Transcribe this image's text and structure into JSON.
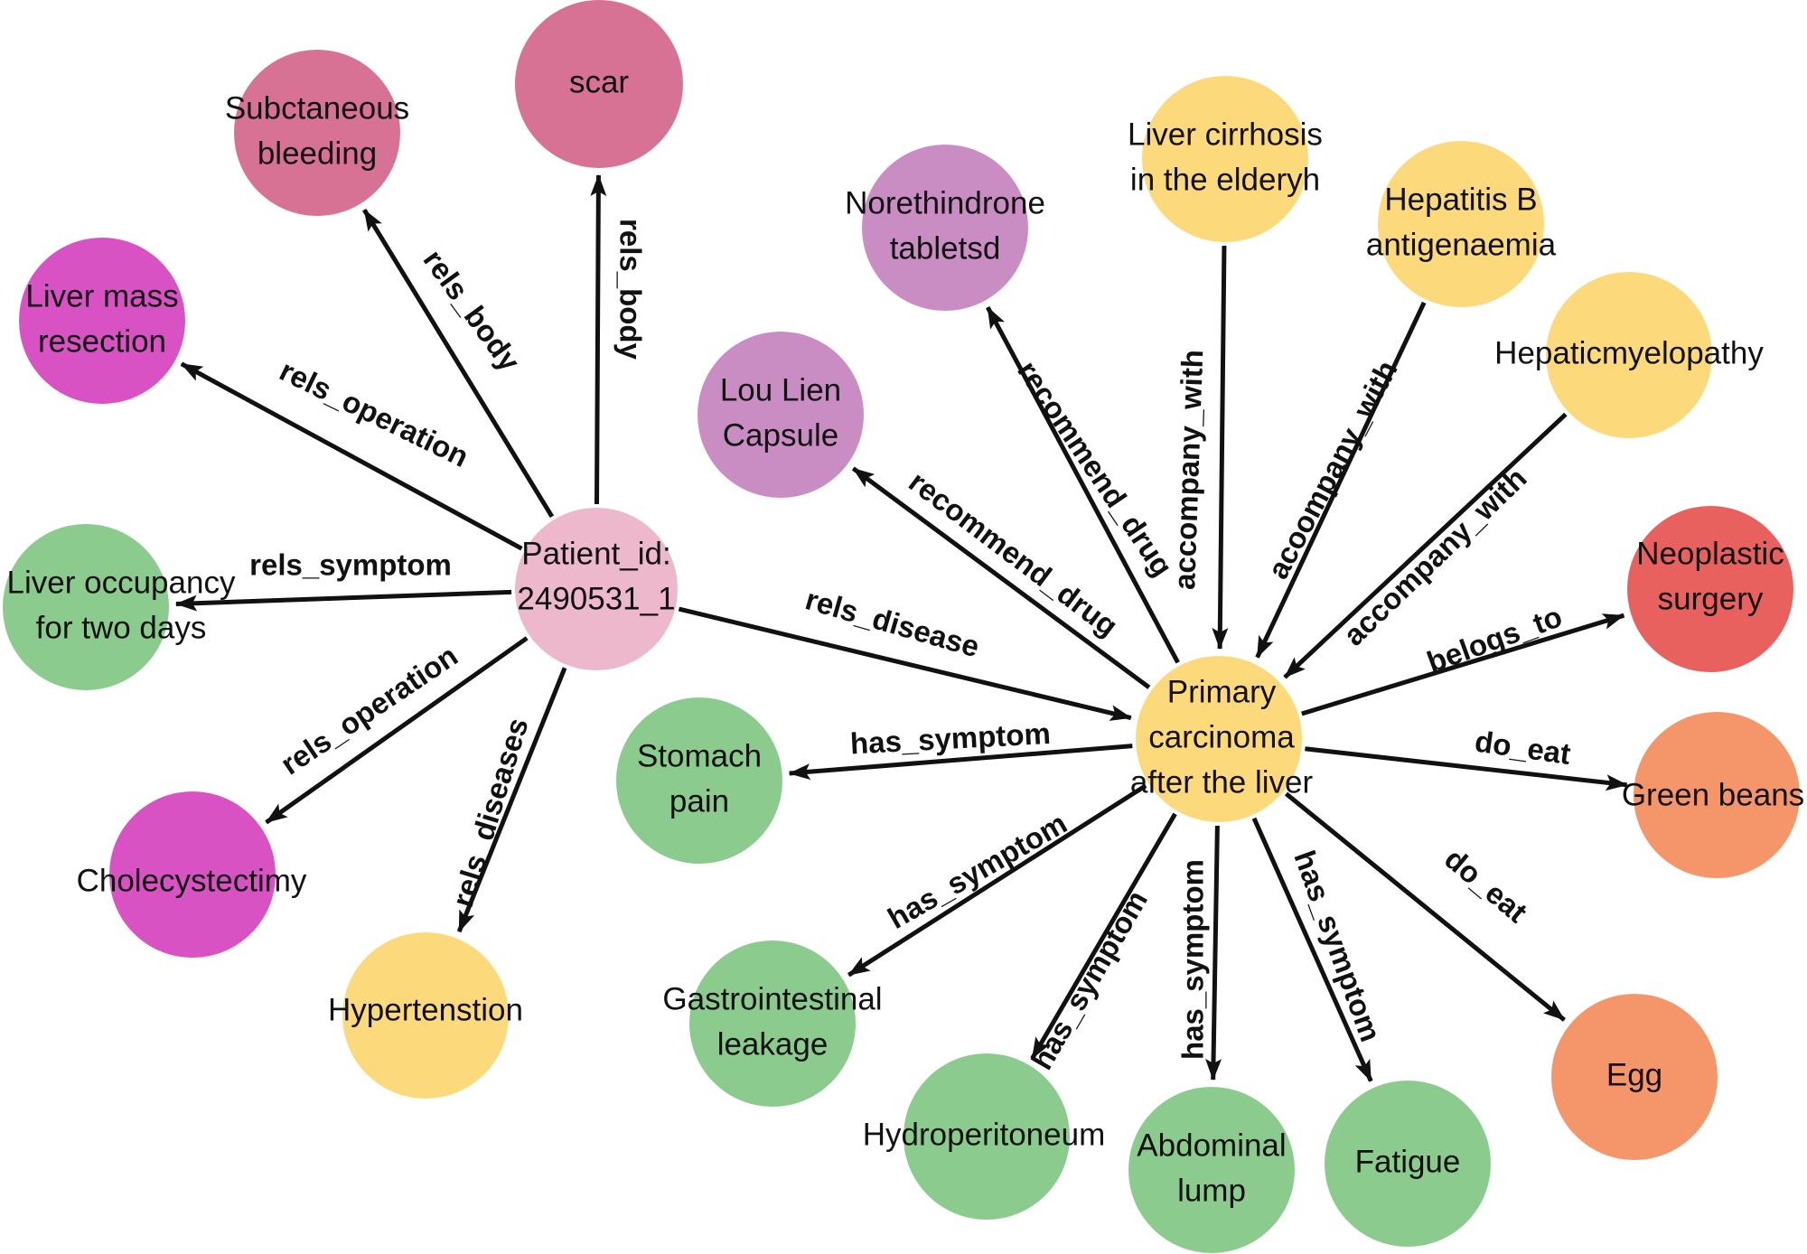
{
  "colors": {
    "patient": "#EDB8CB",
    "body": "#D87294",
    "operation": "#D952C3",
    "drug": "#C98DC3",
    "accompany": "#FCDA7C",
    "neoplastic": "#E9615F",
    "food": "#F5966A",
    "symptom": "#8CCB8E",
    "hypertension": "#FCDA7C",
    "hub": "#FCDA7C",
    "edge": "#111111"
  },
  "nodes": [
    {
      "id": "patient",
      "lines": [
        "Patient_id:",
        "2490531_1"
      ],
      "color": "patient"
    },
    {
      "id": "hub",
      "lines": [
        "Primary",
        "carcinoma",
        "after the liver"
      ],
      "color": "hub"
    },
    {
      "id": "subcutaneous",
      "lines": [
        "Subctaneous",
        "bleeding"
      ],
      "color": "body"
    },
    {
      "id": "scar",
      "lines": [
        "scar"
      ],
      "color": "body"
    },
    {
      "id": "liver-mass",
      "lines": [
        "Liver mass",
        "resection"
      ],
      "color": "operation"
    },
    {
      "id": "liver-occupancy",
      "lines": [
        "Liver occupancy",
        "for two days"
      ],
      "color": "symptom"
    },
    {
      "id": "cholecystectimy",
      "lines": [
        "Cholecystectimy"
      ],
      "color": "operation"
    },
    {
      "id": "hypertension",
      "lines": [
        "Hypertenstion"
      ],
      "color": "hypertension"
    },
    {
      "id": "norethindrone",
      "lines": [
        "Norethindrone",
        "tabletsd"
      ],
      "color": "drug"
    },
    {
      "id": "lou-lien",
      "lines": [
        "Lou Lien",
        "Capsule"
      ],
      "color": "drug"
    },
    {
      "id": "cirrhosis",
      "lines": [
        "Liver cirrhosis",
        "in the elderyh"
      ],
      "color": "accompany"
    },
    {
      "id": "hepatitis",
      "lines": [
        "Hepatitis B",
        "antigenaemia"
      ],
      "color": "accompany"
    },
    {
      "id": "hepaticmyelopathy",
      "lines": [
        "Hepaticmyelopathy"
      ],
      "color": "accompany"
    },
    {
      "id": "neoplastic",
      "lines": [
        "Neoplastic",
        "surgery"
      ],
      "color": "neoplastic"
    },
    {
      "id": "green-beans",
      "lines": [
        "Green beans"
      ],
      "color": "food"
    },
    {
      "id": "egg",
      "lines": [
        "Egg"
      ],
      "color": "food"
    },
    {
      "id": "stomach-pain",
      "lines": [
        "Stomach",
        "pain"
      ],
      "color": "symptom"
    },
    {
      "id": "gi-leakage",
      "lines": [
        "Gastrointestinal",
        "leakage"
      ],
      "color": "symptom"
    },
    {
      "id": "hydroperitoneum",
      "lines": [
        "Hydroperitoneum"
      ],
      "color": "symptom"
    },
    {
      "id": "abdominal-lump",
      "lines": [
        "Abdominal",
        "lump"
      ],
      "color": "symptom"
    },
    {
      "id": "fatigue",
      "lines": [
        "Fatigue"
      ],
      "color": "symptom"
    }
  ],
  "edges": [
    {
      "from": "patient",
      "to": "subcutaneous",
      "label": "rels_body"
    },
    {
      "from": "patient",
      "to": "scar",
      "label": "rels_body"
    },
    {
      "from": "patient",
      "to": "liver-mass",
      "label": "rels_operation"
    },
    {
      "from": "patient",
      "to": "liver-occupancy",
      "label": "rels_symptom"
    },
    {
      "from": "patient",
      "to": "cholecystectimy",
      "label": "rels_operation"
    },
    {
      "from": "patient",
      "to": "hypertension",
      "label": "rels_diseases"
    },
    {
      "from": "patient",
      "to": "hub",
      "label": "rels_disease"
    },
    {
      "from": "hub",
      "to": "norethindrone",
      "label": "recommend_drug"
    },
    {
      "from": "hub",
      "to": "lou-lien",
      "label": "recommend_drug"
    },
    {
      "from": "cirrhosis",
      "to": "hub",
      "label": "accompany_with"
    },
    {
      "from": "hepatitis",
      "to": "hub",
      "label": "acoompany_with"
    },
    {
      "from": "hepaticmyelopathy",
      "to": "hub",
      "label": "accompany_with"
    },
    {
      "from": "hub",
      "to": "neoplastic",
      "label": "belogs_to"
    },
    {
      "from": "hub",
      "to": "green-beans",
      "label": "do_eat"
    },
    {
      "from": "hub",
      "to": "egg",
      "label": "do_eat"
    },
    {
      "from": "hub",
      "to": "stomach-pain",
      "label": "has_symptom"
    },
    {
      "from": "hub",
      "to": "gi-leakage",
      "label": "has_symptom"
    },
    {
      "from": "hub",
      "to": "hydroperitoneum",
      "label": "has_symptom"
    },
    {
      "from": "hub",
      "to": "abdominal-lump",
      "label": "has_symptom"
    },
    {
      "from": "hub",
      "to": "fatigue",
      "label": "has_symptom"
    }
  ]
}
